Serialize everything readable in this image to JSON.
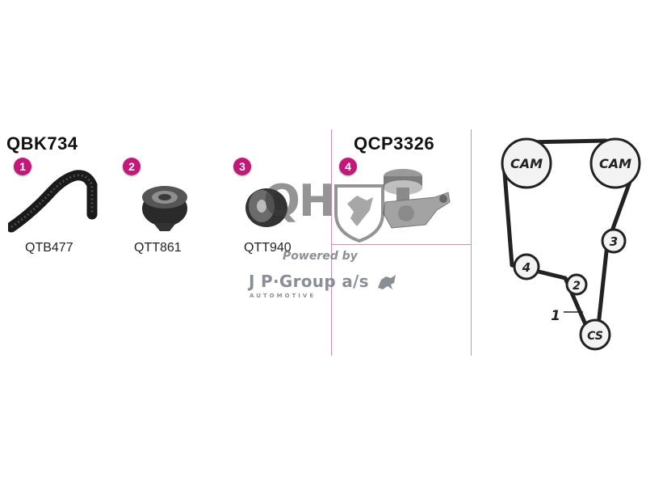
{
  "kit": {
    "code": "QBK734",
    "badges": [
      "1",
      "2",
      "3"
    ],
    "parts": [
      "QTB477",
      "QTT861",
      "QTT940"
    ]
  },
  "pump_kit": {
    "code": "QCP3326",
    "badge": "4"
  },
  "branding": {
    "qh_logo_text": "QH",
    "powered_by": "Powered by",
    "jp_group": "J P·Group a/s",
    "automotive": "AUTOMOTIVE"
  },
  "routing": {
    "pulleys": [
      "CAM",
      "CAM",
      "3",
      "4",
      "2",
      "CS"
    ],
    "belt_number": "1"
  },
  "colors": {
    "accent": "#c2187a",
    "divider": "#d98ab5",
    "logo_gray": "#8a8f96"
  }
}
